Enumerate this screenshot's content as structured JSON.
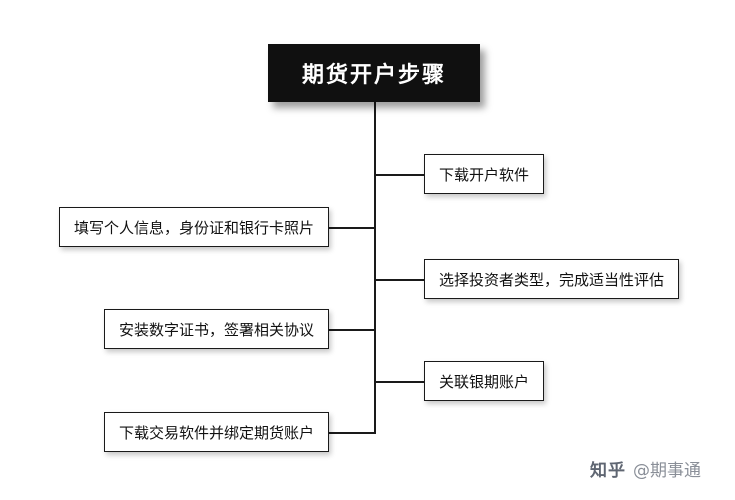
{
  "title": "期货开户步骤",
  "branches": {
    "right": [
      {
        "label": "下载开户软件"
      },
      {
        "label": "选择投资者类型，完成适当性评估"
      },
      {
        "label": "关联银期账户"
      }
    ],
    "left": [
      {
        "label": "填写个人信息，身份证和银行卡照片"
      },
      {
        "label": "安装数字证书，签署相关协议"
      },
      {
        "label": "下载交易软件并绑定期货账户"
      }
    ]
  },
  "watermark": {
    "brand": "知乎",
    "handle": "@期事通"
  },
  "colors": {
    "background": "#ffffff",
    "title_bg": "#101010",
    "title_text": "#ffffff",
    "node_bg": "#ffffff",
    "node_border": "#1a1a1a",
    "node_text": "#111111",
    "line": "#1a1a1a",
    "watermark_text": "#8a8f98"
  }
}
